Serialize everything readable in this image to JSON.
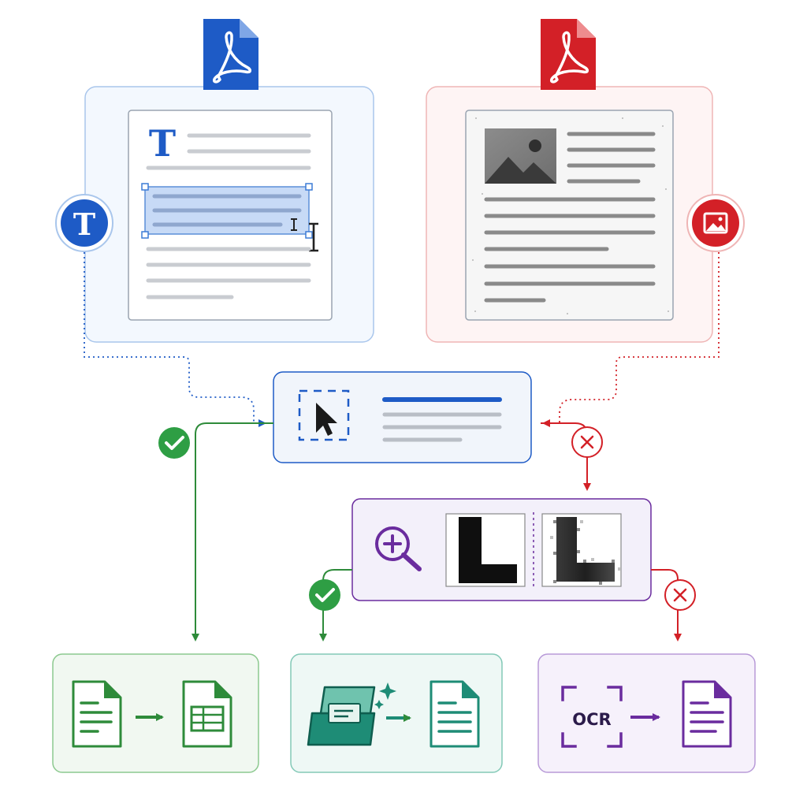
{
  "left_pdf": {
    "type": "digital-pdf",
    "file_icon": "pdf-file-icon",
    "badge_icon": "text-icon",
    "heading_glyph": "T",
    "badge_glyph": "T",
    "accent": "#1E5BC6"
  },
  "right_pdf": {
    "type": "scanned-pdf",
    "file_icon": "pdf-file-icon",
    "badge_icon": "image-icon",
    "accent": "#D32027"
  },
  "select_test": {
    "icon": "cursor-select-icon",
    "accent": "#1E5BC6"
  },
  "zoom_test": {
    "icon": "magnifier-plus-icon",
    "sample_glyph": "L",
    "accent": "#6A2C9E"
  },
  "outcomes": [
    {
      "id": "direct-convert",
      "icons": [
        "document-icon",
        "spreadsheet-icon"
      ],
      "accent": "#2E8B3A"
    },
    {
      "id": "scan-convert",
      "icons": [
        "scanner-icon",
        "sparkle-icon",
        "document-icon"
      ],
      "accent": "#1E8C76"
    },
    {
      "id": "ocr-convert",
      "label": "OCR",
      "icons": [
        "ocr-frame-icon",
        "document-icon"
      ],
      "accent": "#6A2C9E"
    }
  ],
  "status": {
    "yes_icon": "check-circle-icon",
    "no_icon": "x-circle-icon",
    "yes_color": "#2E9E44",
    "no_color": "#D32027"
  }
}
